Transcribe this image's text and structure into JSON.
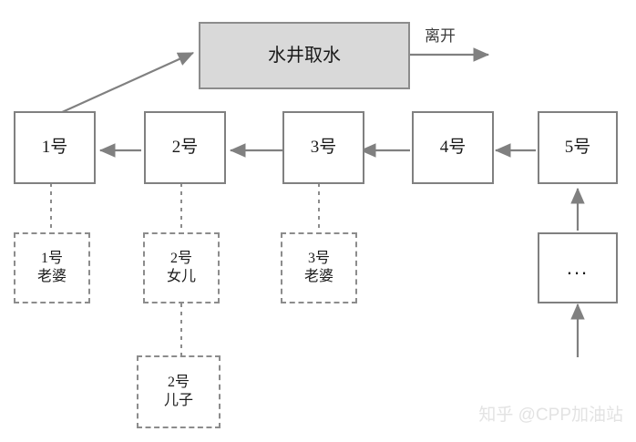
{
  "diagram": {
    "title_node": {
      "label": "水井取水"
    },
    "exit_label": "离开",
    "queue": [
      {
        "id": "p1",
        "label": "1号"
      },
      {
        "id": "p2",
        "label": "2号"
      },
      {
        "id": "p3",
        "label": "3号"
      },
      {
        "id": "p4",
        "label": "4号"
      },
      {
        "id": "p5",
        "label": "5号"
      }
    ],
    "more_node": {
      "label": "..."
    },
    "family": [
      {
        "id": "f1",
        "line1": "1号",
        "line2": "老婆"
      },
      {
        "id": "f2",
        "line1": "2号",
        "line2": "女儿"
      },
      {
        "id": "f3",
        "line1": "3号",
        "line2": "老婆"
      },
      {
        "id": "f4",
        "line1": "2号",
        "line2": "儿子"
      }
    ],
    "watermark": "知乎 @CPP加油站",
    "colors": {
      "stroke": "#808080",
      "process_fill": "#d9d9d9",
      "process_stroke": "#8c8c8c",
      "dashed_stroke": "#8c8c8c",
      "text": "#1a1a1a",
      "label_text": "#3d3d3d",
      "watermark": "#e3e3e3",
      "background": "#ffffff"
    }
  }
}
